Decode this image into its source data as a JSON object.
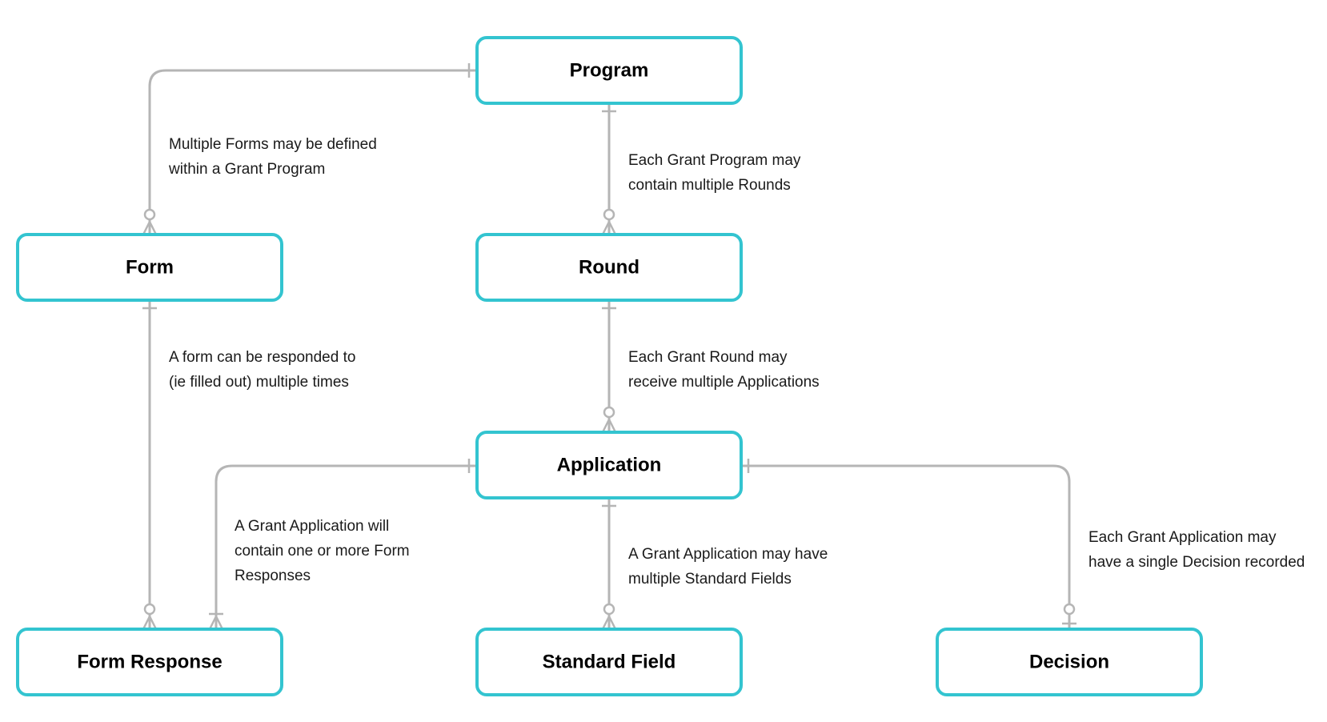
{
  "colors": {
    "entity_border": "#33c4d0",
    "connector": "#b5b5b5",
    "text": "#000000"
  },
  "entities": {
    "program": "Program",
    "form": "Form",
    "round": "Round",
    "application": "Application",
    "form_response": "Form Response",
    "standard_field": "Standard Field",
    "decision": "Decision"
  },
  "notes": {
    "program_form": [
      "Multiple Forms may be defined",
      "within a Grant Program"
    ],
    "program_round": [
      "Each Grant Program may",
      "contain multiple Rounds"
    ],
    "form_response": [
      "A form can be responded to",
      "(ie filled out) multiple times"
    ],
    "round_application": [
      "Each Grant Round may",
      "receive multiple Applications"
    ],
    "application_form_response": [
      "A Grant Application will",
      "contain one or more Form",
      "Responses"
    ],
    "application_standard_field": [
      "A Grant Application may have",
      "multiple Standard Fields"
    ],
    "application_decision": [
      "Each Grant Application may",
      "have a single Decision recorded"
    ]
  }
}
